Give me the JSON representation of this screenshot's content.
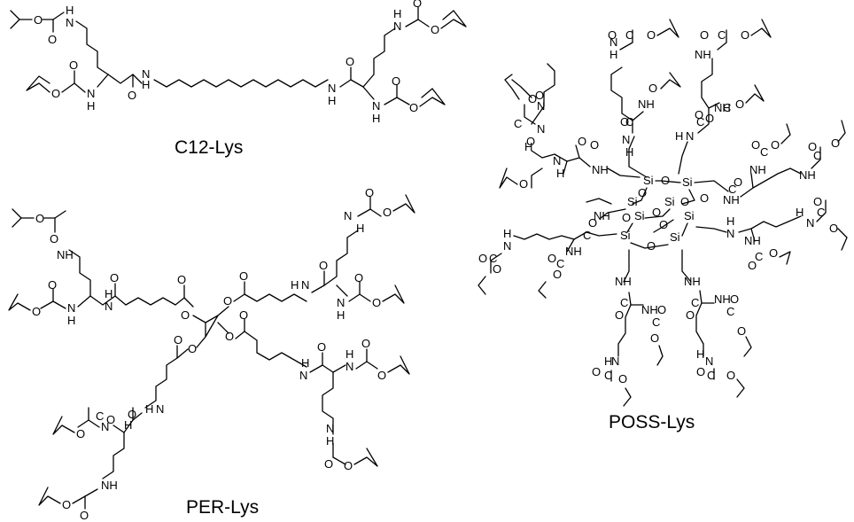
{
  "captions": {
    "c12": "C12-Lys",
    "per": "PER-Lys",
    "poss": "POSS-Lys"
  },
  "atoms": {
    "nh": "NH",
    "n": "N",
    "h": "H",
    "o": "O",
    "c": "C",
    "si": "Si"
  },
  "colors": {
    "ink": "#000000",
    "background": "#ffffff"
  }
}
